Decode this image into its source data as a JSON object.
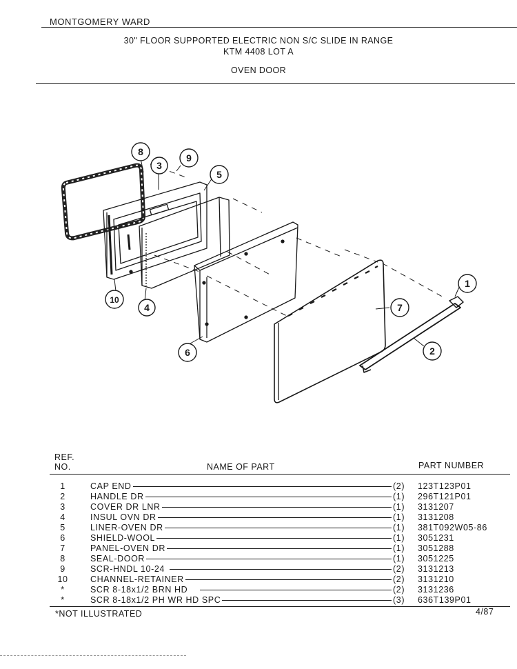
{
  "header": {
    "brand": "MONTGOMERY WARD",
    "title_line1": "30\" FLOOR SUPPORTED ELECTRIC NON S/C SLIDE IN RANGE",
    "title_line2": "KTM 4408 LOT A",
    "section": "OVEN DOOR"
  },
  "diagram": {
    "callouts": [
      "1",
      "2",
      "3",
      "4",
      "5",
      "6",
      "7",
      "8",
      "9",
      "10"
    ]
  },
  "table": {
    "col_ref_line1": "REF.",
    "col_ref_line2": "NO.",
    "col_name": "NAME OF PART",
    "col_part": "PART NUMBER",
    "rows": [
      {
        "ref": "1",
        "name": "CAP END",
        "qty": "(2)",
        "part": "123T123P01"
      },
      {
        "ref": "2",
        "name": "HANDLE DR",
        "qty": "(1)",
        "part": "296T121P01"
      },
      {
        "ref": "3",
        "name": "COVER DR LNR",
        "qty": "(1)",
        "part": "3131207"
      },
      {
        "ref": "4",
        "name": "INSUL OVN DR",
        "qty": "(1)",
        "part": "3131208"
      },
      {
        "ref": "5",
        "name": "LINER-OVEN DR",
        "qty": "(1)",
        "part": "381T092W05-86"
      },
      {
        "ref": "6",
        "name": "SHIELD-WOOL",
        "qty": "(1)",
        "part": "3051231"
      },
      {
        "ref": "7",
        "name": "PANEL-OVEN DR",
        "qty": "(1)",
        "part": "3051288"
      },
      {
        "ref": "8",
        "name": "SEAL-DOOR",
        "qty": "(1)",
        "part": "3051225"
      },
      {
        "ref": "9",
        "name": "SCR-HNDL 10-24",
        "qty": "(2)",
        "part": "3131213"
      },
      {
        "ref": "10",
        "name": "CHANNEL-RETAINER",
        "qty": "(2)",
        "part": "3131210"
      },
      {
        "ref": "*",
        "name": "SCR 8-18x1/2 BRN HD",
        "qty": "(2)",
        "part": "3131236"
      },
      {
        "ref": "*",
        "name": "SCR 8-18x1/2 PH WR HD SPC",
        "qty": "(3)",
        "part": "636T139P01"
      }
    ]
  },
  "footer": {
    "note": "*NOT ILLUSTRATED",
    "date": "4/87"
  }
}
